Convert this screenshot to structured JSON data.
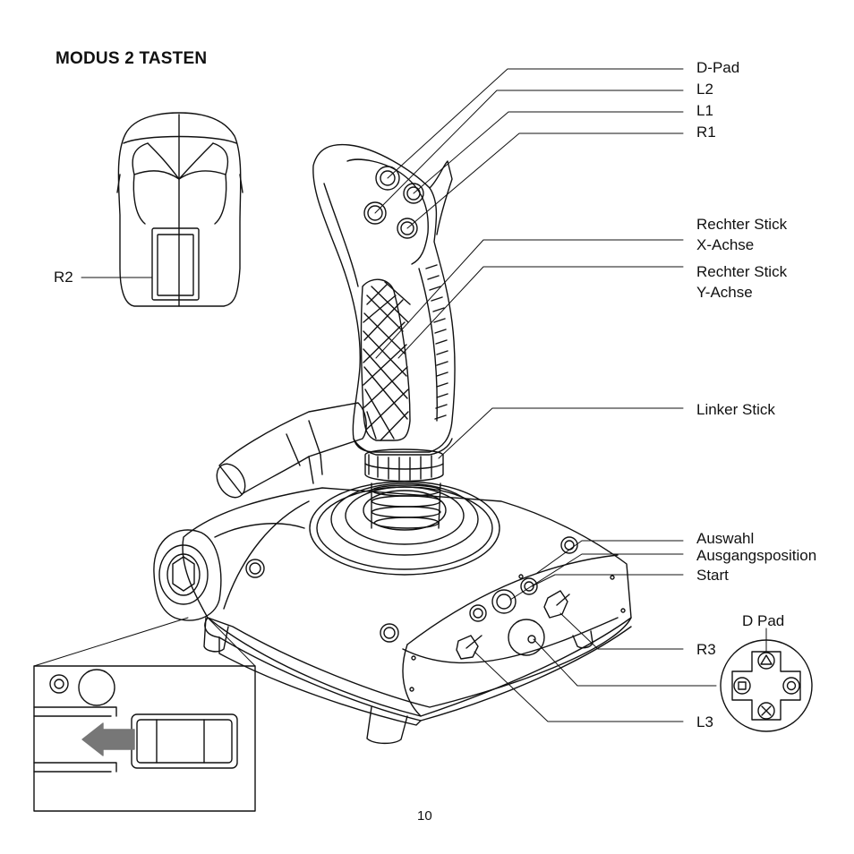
{
  "title": "MODUS 2 TASTEN",
  "labels": {
    "dpad": "D-Pad",
    "l2": "L2",
    "l1": "L1",
    "r1": "R1",
    "right_stick_x": [
      "Rechter Stick",
      "X-Achse"
    ],
    "right_stick_y": [
      "Rechter Stick",
      "Y-Achse"
    ],
    "left_stick": "Linker Stick",
    "r2": "R2",
    "select": "Auswahl",
    "home": "Ausgangsposition",
    "start": "Start",
    "r3": "R3",
    "l3": "L3",
    "dpad_inset": "D Pad"
  },
  "page_number": "10"
}
